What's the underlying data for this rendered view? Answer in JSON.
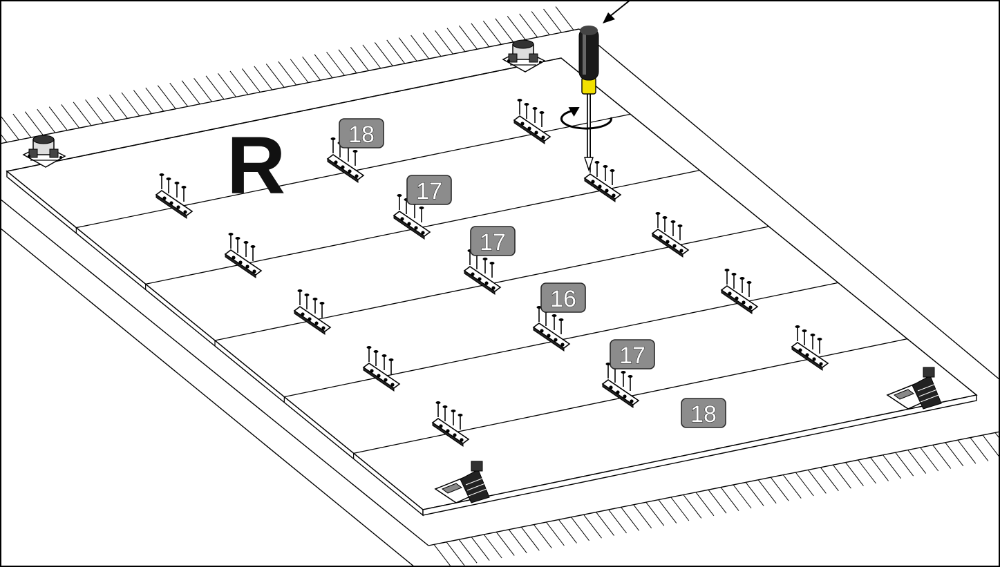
{
  "step_label": "R",
  "board_labels": [
    {
      "id": "board-1",
      "text": "18"
    },
    {
      "id": "board-2",
      "text": "17"
    },
    {
      "id": "board-3",
      "text": "17"
    },
    {
      "id": "board-4",
      "text": "16"
    },
    {
      "id": "board-5",
      "text": "17"
    },
    {
      "id": "board-6",
      "text": "18"
    }
  ],
  "tool": "screwdriver-icon",
  "action": "rotate-arrow-icon",
  "colors": {
    "badge_fill": "#8c8c8c",
    "screwdriver_handle": "#1a1a1a",
    "screwdriver_collar": "#f2e000",
    "line": "#000000"
  }
}
